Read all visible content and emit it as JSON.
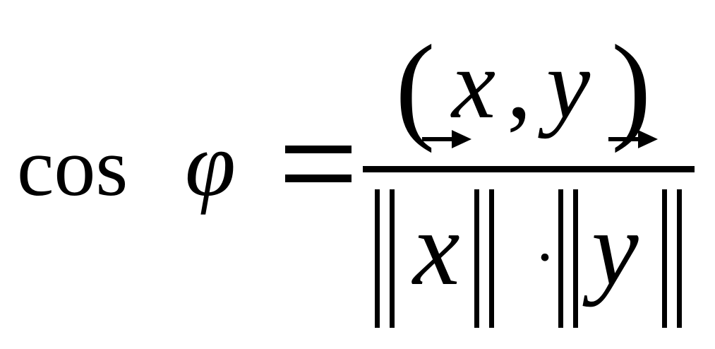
{
  "formula": {
    "lhs_func": "cos",
    "lhs_var": "φ",
    "equals": "=",
    "numerator": {
      "open_paren": "(",
      "var_x": "x",
      "comma": ",",
      "var_y": "y",
      "close_paren": ")"
    },
    "denominator": {
      "var_x": "x",
      "dot": "·",
      "var_y": "y"
    }
  },
  "colors": {
    "ink": "#000000",
    "background": "#ffffff"
  }
}
